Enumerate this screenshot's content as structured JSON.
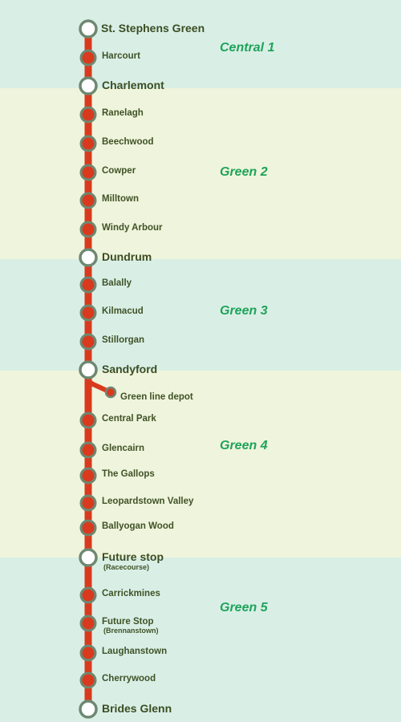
{
  "line_color": "#d93a1e",
  "stop_ring_color": "#6e8872",
  "zone_colors": {
    "blue": "#d9efe6",
    "green": "#eff4dc"
  },
  "zones": [
    {
      "label": "Central 1",
      "color": "blue"
    },
    {
      "label": "Green 2",
      "color": "green"
    },
    {
      "label": "Green 3",
      "color": "blue"
    },
    {
      "label": "Green 4",
      "color": "green"
    },
    {
      "label": "Green 5",
      "color": "blue"
    }
  ],
  "stations": [
    {
      "name": "St. Stephens Green",
      "type": "major"
    },
    {
      "name": "Harcourt",
      "type": "minor"
    },
    {
      "name": "Charlemont",
      "type": "major"
    },
    {
      "name": "Ranelagh",
      "type": "minor"
    },
    {
      "name": "Beechwood",
      "type": "minor"
    },
    {
      "name": "Cowper",
      "type": "minor"
    },
    {
      "name": "Milltown",
      "type": "minor"
    },
    {
      "name": "Windy Arbour",
      "type": "minor"
    },
    {
      "name": "Dundrum",
      "type": "major"
    },
    {
      "name": "Balally",
      "type": "minor"
    },
    {
      "name": "Kilmacud",
      "type": "minor"
    },
    {
      "name": "Stillorgan",
      "type": "minor"
    },
    {
      "name": "Sandyford",
      "type": "major"
    },
    {
      "name": "Central Park",
      "type": "minor"
    },
    {
      "name": "Glencairn",
      "type": "minor"
    },
    {
      "name": "The Gallops",
      "type": "minor"
    },
    {
      "name": "Leopardstown Valley",
      "type": "minor"
    },
    {
      "name": "Ballyogan Wood",
      "type": "minor"
    },
    {
      "name": "Future stop",
      "sub": "(Racecourse)",
      "type": "major"
    },
    {
      "name": "Carrickmines",
      "type": "minor"
    },
    {
      "name": "Future Stop",
      "sub": "(Brennanstown)",
      "type": "minor"
    },
    {
      "name": "Laughanstown",
      "type": "minor"
    },
    {
      "name": "Cherrywood",
      "type": "minor"
    },
    {
      "name": "Brides Glenn",
      "type": "major"
    }
  ],
  "depot": {
    "name": "Green line depot"
  }
}
